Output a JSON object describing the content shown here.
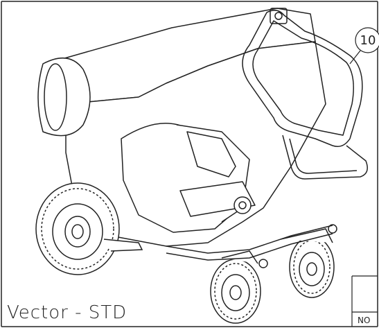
{
  "figure": {
    "caption": "Vector - STD",
    "callout_number": "10",
    "table_header_fragment": "NO"
  }
}
